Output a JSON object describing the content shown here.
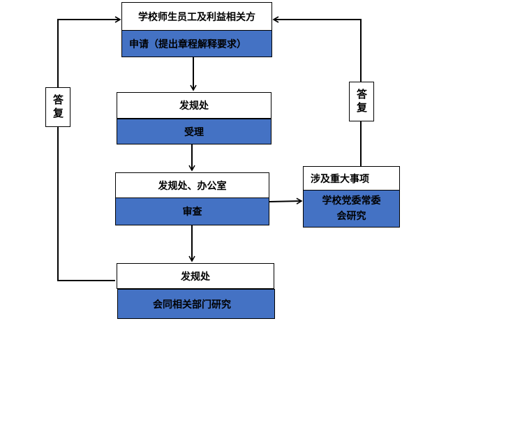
{
  "nodes": {
    "stakeholders": "学校师生员工及利益相关方",
    "apply": "申请（提出章程解释要求）",
    "dept1": "发规处",
    "accept": "受理",
    "dept2": "发规处、办公室",
    "review": "审查",
    "major": "涉及重大事项",
    "committee": "学校党委常委会研究",
    "dept3": "发规处",
    "joint": "会同相关部门研究"
  },
  "labels": {
    "reply_left": "答复",
    "reply_right": "答复"
  }
}
